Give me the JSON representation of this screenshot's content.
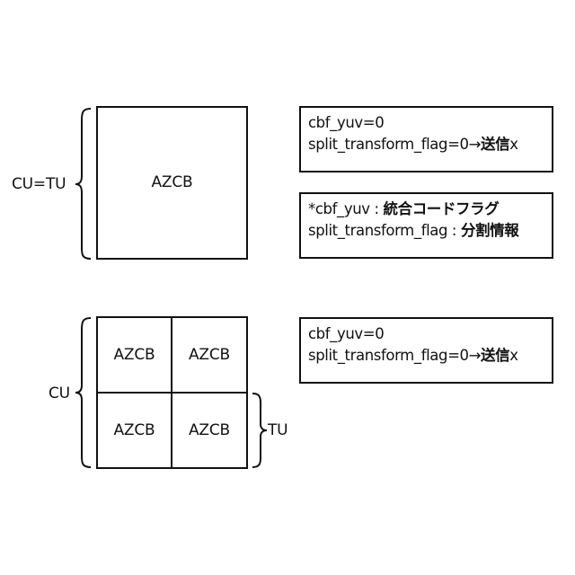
{
  "top_diagram": {
    "brace_label": "CU=TU",
    "block_label": "AZCB"
  },
  "bottom_diagram": {
    "left_brace_label": "CU",
    "right_brace_label": "TU",
    "cells": [
      "AZCB",
      "AZCB",
      "AZCB",
      "AZCB"
    ]
  },
  "notes": {
    "top": {
      "line1": "cbf_yuv=0",
      "line2_prefix": "split_transform_flag=0→",
      "line2_jp": "送信",
      "line2_suffix": "x"
    },
    "legend": {
      "line1_prefix": "*cbf_yuv : ",
      "line1_jp": "統合コードフラグ",
      "line2_prefix": "split_transform_flag : ",
      "line2_jp": "分割情報"
    },
    "bottom": {
      "line1": "cbf_yuv=0",
      "line2_prefix": "split_transform_flag=0→",
      "line2_jp": "送信",
      "line2_suffix": "x"
    }
  }
}
